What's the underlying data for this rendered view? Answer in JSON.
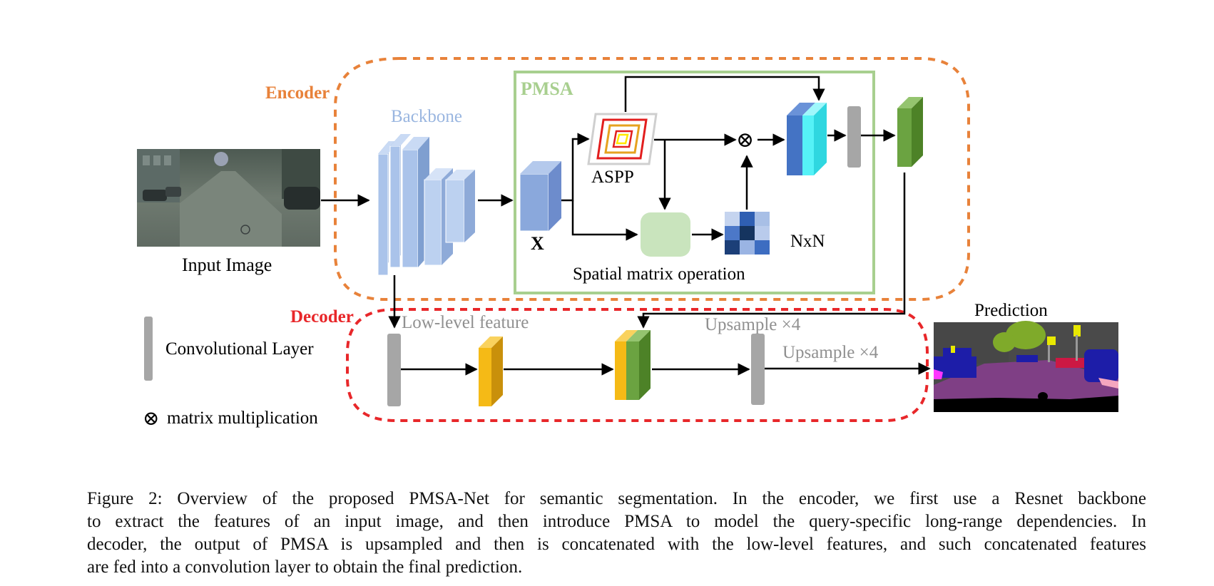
{
  "diagram": {
    "encoder_label": "Encoder",
    "decoder_label": "Decoder",
    "backbone_label": "Backbone",
    "pmsa_label": "PMSA",
    "input_image_label": "Input Image",
    "x_label": "X",
    "aspp_label": "ASPP",
    "nxn_label": "NxN",
    "spatial_matrix_label": "Spatial matrix operation",
    "low_level_label": "Low-level feature",
    "upsample_top_label": "Upsample ×4",
    "upsample_bottom_label": "Upsample ×4",
    "prediction_label": "Prediction",
    "legend_conv_label": "Convolutional Layer",
    "legend_matmul_label": "matrix multiplication",
    "matmul_symbol": "⊗",
    "colors": {
      "encoder": "#E8823A",
      "decoder": "#E8272A",
      "backbone": "#9AB6E0",
      "pmsa": "#A8CF8F",
      "conv_gray": "#A6A6A6",
      "gold": "#F5BA16",
      "green": "#6BA341",
      "cyan": "#55F2F7",
      "blue": "#4473C4"
    }
  },
  "caption": {
    "line1": "Figure 2: Overview of the proposed PMSA-Net for semantic segmentation. In the encoder, we first use a Resnet backbone",
    "line2": "to extract the features of an input image, and then introduce PMSA to model the query-specific long-range dependencies. In",
    "line3": "decoder, the output of PMSA is upsampled and then is concatenated with the low-level features, and such concatenated features",
    "line4": "are fed into a convolution layer to obtain the final prediction."
  }
}
